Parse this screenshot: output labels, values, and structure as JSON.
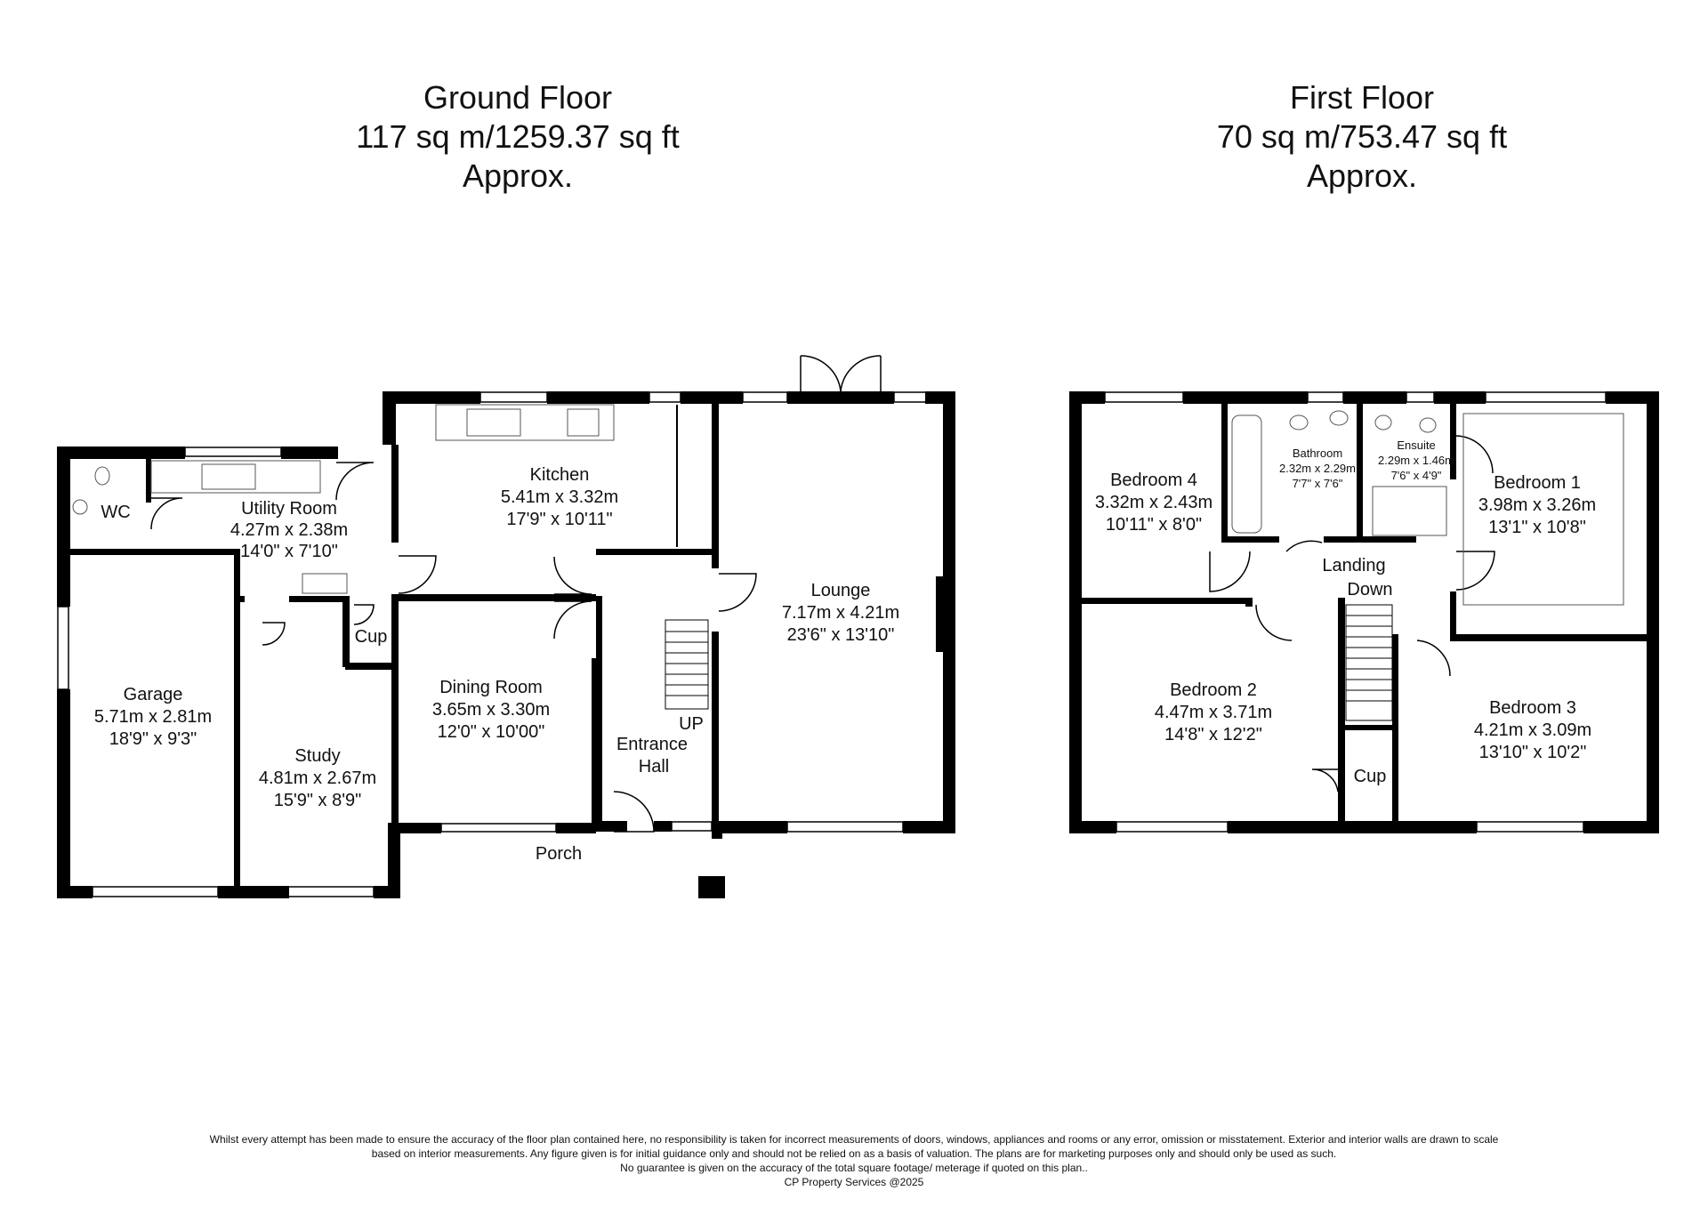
{
  "ground_floor": {
    "title": "Ground Floor",
    "area": "117 sq m/1259.37 sq ft",
    "approx": "Approx.",
    "rooms": [
      {
        "id": "wc",
        "name": "WC"
      },
      {
        "id": "utility",
        "name": "Utility Room",
        "metric": "4.27m x 2.38m",
        "imperial": "14'0\" x 7'10\""
      },
      {
        "id": "kitchen",
        "name": "Kitchen",
        "metric": "5.41m x 3.32m",
        "imperial": "17'9\" x 10'11\""
      },
      {
        "id": "lounge",
        "name": "Lounge",
        "metric": "7.17m x 4.21m",
        "imperial": "23'6\" x 13'10\""
      },
      {
        "id": "garage",
        "name": "Garage",
        "metric": "5.71m x 2.81m",
        "imperial": "18'9\" x 9'3\""
      },
      {
        "id": "study",
        "name": "Study",
        "metric": "4.81m x 2.67m",
        "imperial": "15'9\" x 8'9\""
      },
      {
        "id": "cup-ground",
        "name": "Cup"
      },
      {
        "id": "dining",
        "name": "Dining Room",
        "metric": "3.65m x 3.30m",
        "imperial": "12'0\" x 10'00\""
      },
      {
        "id": "entrance-hall",
        "name": "Entrance",
        "name2": "Hall"
      },
      {
        "id": "porch",
        "name": "Porch"
      }
    ],
    "stairs_label": "UP"
  },
  "first_floor": {
    "title": "First Floor",
    "area": "70 sq m/753.47 sq ft",
    "approx": "Approx.",
    "rooms": [
      {
        "id": "bedroom4",
        "name": "Bedroom 4",
        "metric": "3.32m x 2.43m",
        "imperial": "10'11\" x 8'0\""
      },
      {
        "id": "bathroom",
        "name": "Bathroom",
        "metric": "2.32m x 2.29m",
        "imperial": "7'7\" x 7'6\""
      },
      {
        "id": "ensuite",
        "name": "Ensuite",
        "metric": "2.29m x 1.46m",
        "imperial": "7'6\" x 4'9\""
      },
      {
        "id": "bedroom1",
        "name": "Bedroom 1",
        "metric": "3.98m x 3.26m",
        "imperial": "13'1\" x 10'8\""
      },
      {
        "id": "landing",
        "name": "Landing"
      },
      {
        "id": "bedroom2",
        "name": "Bedroom 2",
        "metric": "4.47m x 3.71m",
        "imperial": "14'8\" x 12'2\""
      },
      {
        "id": "bedroom3",
        "name": "Bedroom 3",
        "metric": "4.21m x 3.09m",
        "imperial": "13'10\" x 10'2\""
      },
      {
        "id": "cup-first",
        "name": "Cup"
      }
    ],
    "stairs_label": "Down"
  },
  "disclaimer": {
    "line1": "Whilst every attempt has been made to ensure the accuracy of the floor plan contained here, no responsibility is taken for incorrect measurements of doors, windows, appliances and rooms or any error, omission or misstatement. Exterior and interior walls are drawn to scale",
    "line2": "based on interior measurements. Any figure given is for initial guidance only and should not be relied on as a basis of valuation. The plans are for marketing purposes only and should only be used as such.",
    "line3": "No guarantee is given on the accuracy of the total square footage/ meterage if quoted on this plan..",
    "line4": "CP Property Services @2025"
  },
  "colors": {
    "wall": "#000000",
    "fixture": "#555555",
    "background": "#ffffff"
  }
}
